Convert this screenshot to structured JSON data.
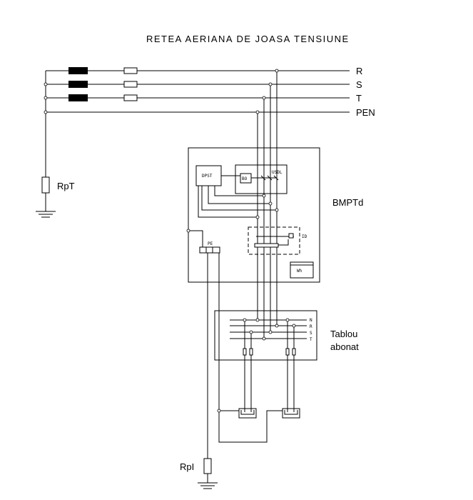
{
  "title": "RETEA AERIANA DE JOASA TENSIUNE",
  "lines": {
    "r": "R",
    "s": "S",
    "t": "T",
    "pen": "PEN"
  },
  "labels": {
    "rpt": "RpT",
    "rpi": "RpI",
    "bmptd": "BMPTd",
    "tablou_line1": "Tablou",
    "tablou_line2": "abonat",
    "dpst": "DPST",
    "bo": "BO",
    "usdl": "USDL",
    "id": "ID",
    "pe": "PE",
    "wh": "Wh",
    "bus_n": "N",
    "bus_r": "R",
    "bus_s": "S",
    "bus_t": "T"
  }
}
